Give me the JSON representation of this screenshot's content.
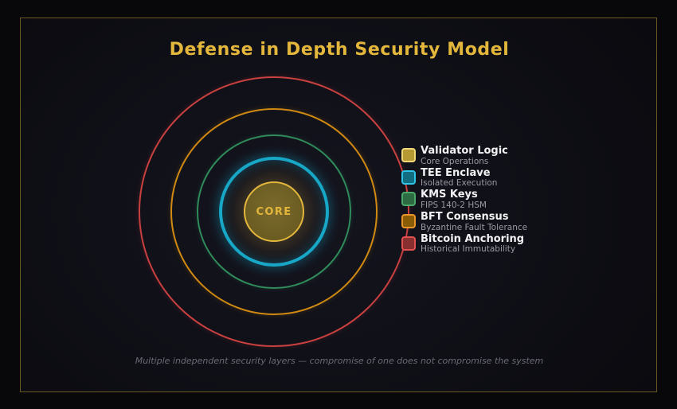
{
  "page": {
    "title": "Defense in Depth Security Model",
    "caption": "Multiple independent security layers — compromise of one does not compromise the system",
    "background_color": "#08080b",
    "panel_border_color": "#6b5a22",
    "title_color": "#e3b63c"
  },
  "core": {
    "label": "CORE",
    "fill_color": "#6b5c22",
    "stroke_color": "#e3b63c",
    "text_color": "#e3b63c",
    "radius": 38
  },
  "rings": [
    {
      "name": "tee-enclave-ring",
      "color": "#17a8c8",
      "radius": 69,
      "thickness": 4,
      "glow": true
    },
    {
      "name": "kms-keys-ring",
      "color": "#2f8b5a",
      "radius": 97,
      "thickness": 2,
      "glow": false
    },
    {
      "name": "bft-consensus-ring",
      "color": "#d08a12",
      "radius": 130,
      "thickness": 2,
      "glow": false
    },
    {
      "name": "bitcoin-anchoring-ring",
      "color": "#c8403f",
      "radius": 170,
      "thickness": 2,
      "glow": false
    }
  ],
  "legend": {
    "items": [
      {
        "label": "Validator Logic",
        "sublabel": "Core Operations",
        "fill_color": "#b59a33",
        "border_color": "#f0d87a"
      },
      {
        "label": "TEE Enclave",
        "sublabel": "Isolated Execution",
        "fill_color": "#136d81",
        "border_color": "#2ec5e8"
      },
      {
        "label": "KMS Keys",
        "sublabel": "FIPS 140-2 HSM",
        "fill_color": "#2d6b42",
        "border_color": "#49a86a"
      },
      {
        "label": "BFT Consensus",
        "sublabel": "Byzantine Fault Tolerance",
        "fill_color": "#8a5c05",
        "border_color": "#e8962a"
      },
      {
        "label": "Bitcoin Anchoring",
        "sublabel": "Historical Immutability",
        "fill_color": "#8a2f2f",
        "border_color": "#e2504f"
      }
    ]
  }
}
